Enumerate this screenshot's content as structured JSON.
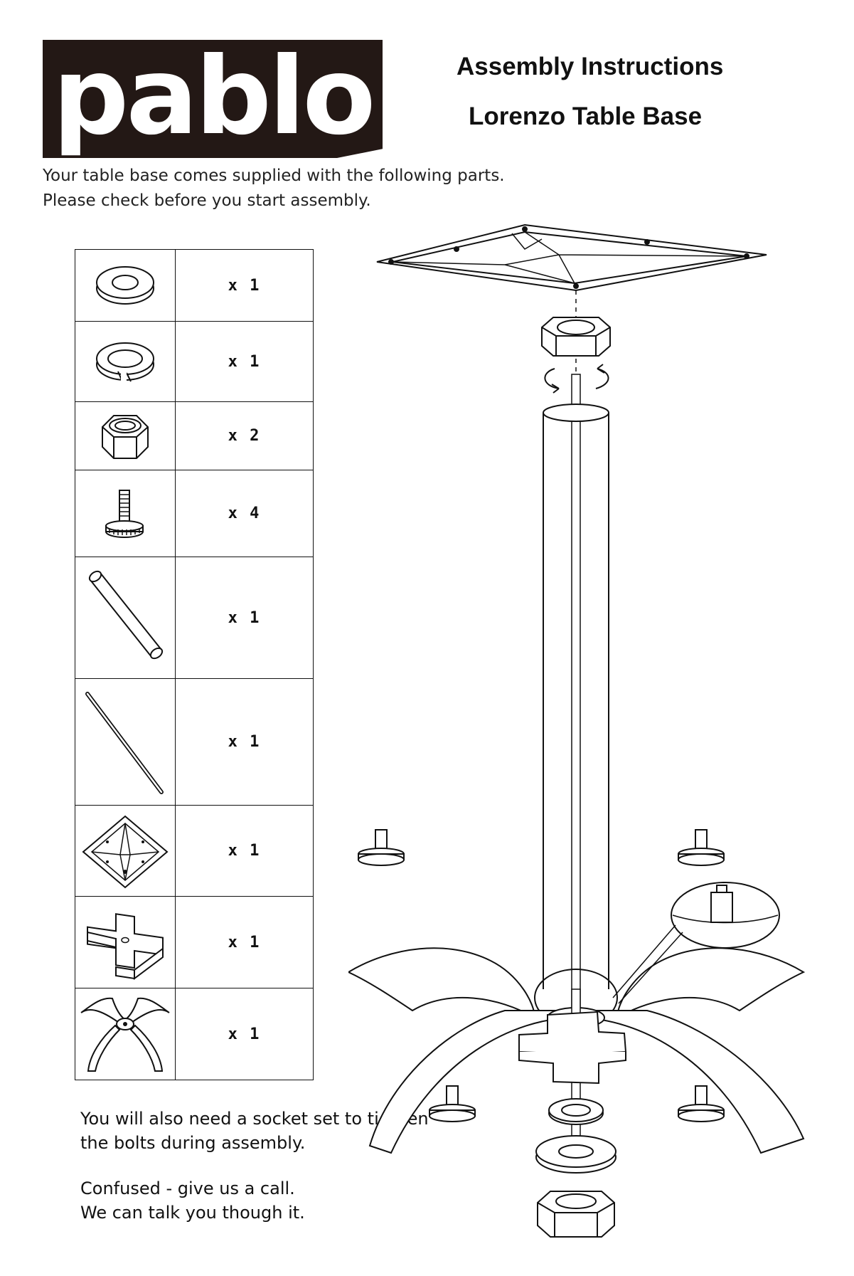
{
  "brand": {
    "logo_text": "pablo"
  },
  "header": {
    "title_line1": "Assembly Instructions",
    "title_line2": "Lorenzo Table Base"
  },
  "intro": {
    "line1": "Your table base comes supplied with the following parts.",
    "line2": "Please check before you start assembly."
  },
  "parts": [
    {
      "icon": "flat-washer-icon",
      "qty": "x 1"
    },
    {
      "icon": "spring-washer-icon",
      "qty": "x 1"
    },
    {
      "icon": "hex-nut-icon",
      "qty": "x 2"
    },
    {
      "icon": "leveling-foot-icon",
      "qty": "x 4"
    },
    {
      "icon": "column-tube-icon",
      "qty": "x 1"
    },
    {
      "icon": "threaded-rod-icon",
      "qty": "x 1"
    },
    {
      "icon": "top-plate-icon",
      "qty": "x 1"
    },
    {
      "icon": "cross-plate-icon",
      "qty": "x 1"
    },
    {
      "icon": "base-spider-icon",
      "qty": "x 1"
    }
  ],
  "notes": {
    "socket_line1": "You will also need a socket set to tighten",
    "socket_line2": "the bolts during assembly.",
    "call_line1": "Confused - give us a call.",
    "call_line2": "We can talk you though it."
  },
  "colors": {
    "logo_background": "#231815",
    "ink": "#111111"
  }
}
